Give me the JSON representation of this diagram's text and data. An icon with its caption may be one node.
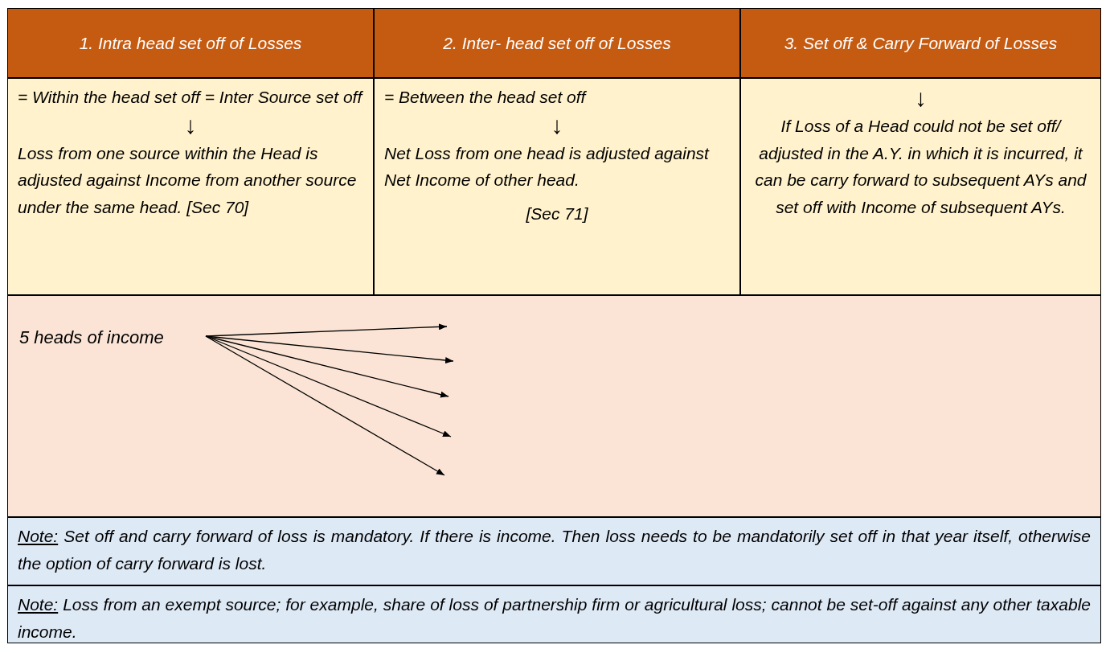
{
  "diagram": {
    "nodes": [
      {
        "text": [
          "1. Intra head set off of Losses"
        ]
      },
      {
        "text": [
          "2. Inter- head set off of Losses"
        ]
      },
      {
        "text": [
          "3. Set off & Carry Forward of Losses"
        ]
      },
      {
        "text": [
          "= Within the head set off = Inter Source set off",
          "↓",
          "Loss from one source within the Head is adjusted against Income from another source under the same head. [Sec 70]"
        ]
      },
      {
        "text": [
          "= Between the head set off",
          "↓",
          "Net Loss from one head is adjusted against Net Income of other head.",
          "[Sec 71]"
        ]
      },
      {
        "text": [
          "↓",
          "If Loss of a Head could not be set off/ adjusted in the A.Y. in which it is incurred, it can be carry forward to subsequent AYs and set off with Income of subsequent AYs."
        ]
      },
      {
        "text": [],
        "shape": "box"
      },
      {
        "text": [
          "5 heads of income"
        ],
        "in": 6
      },
      {
        "text": [
          "Note:",
          "Set off and carry forward of loss is mandatory. If there is income. Then loss needs to be mandatorily set off in that year itself, otherwise the option of carry forward is lost."
        ]
      },
      {
        "text": [
          "Note:",
          "Loss from an exempt source; for example, share of loss of partnership firm or agricultural loss; cannot be set-off against any other taxable income."
        ]
      }
    ],
    "edges": [
      {
        "from": 7,
        "to": null,
        "arrow": "to"
      },
      {
        "from": 7,
        "to": null,
        "arrow": "to"
      },
      {
        "from": 7,
        "to": null,
        "arrow": "to"
      },
      {
        "from": 7,
        "to": null,
        "arrow": "to"
      },
      {
        "from": 7,
        "to": null,
        "arrow": "to"
      }
    ]
  }
}
